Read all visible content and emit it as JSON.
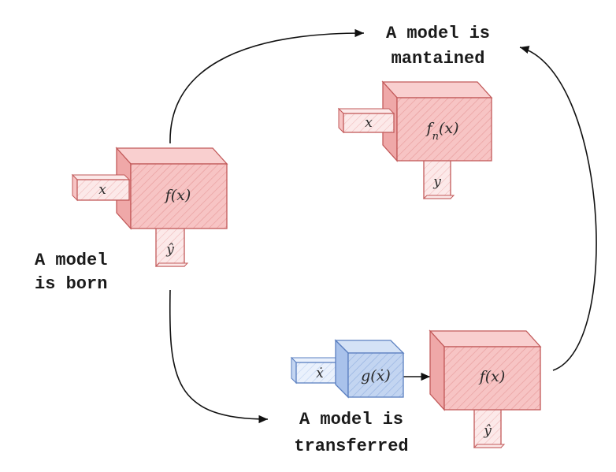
{
  "labels": {
    "born_line1": "A model",
    "born_line2": "is born",
    "maintained_line1": "A model is",
    "maintained_line2": "mantained",
    "transferred_line1": "A model is",
    "transferred_line2": "transferred"
  },
  "born_model": {
    "input": "x",
    "function": "f(x)",
    "output": "ŷ"
  },
  "maintained_model": {
    "input": "x",
    "function_base": "f",
    "function_sub": "n",
    "function_tail": "(x)",
    "output": "y"
  },
  "transfer_adapter": {
    "input": "ẋ",
    "function": "g(ẋ)"
  },
  "transferred_model": {
    "function": "f(x)",
    "output": "ŷ"
  },
  "colors": {
    "model_fill": "#f4b9b9",
    "model_stroke": "#c25a5a",
    "adapter_fill": "#bcd0ef",
    "adapter_stroke": "#5a7fc0",
    "input_fill": "#fbe7e7",
    "adapter_input_fill": "#e6eefb"
  }
}
